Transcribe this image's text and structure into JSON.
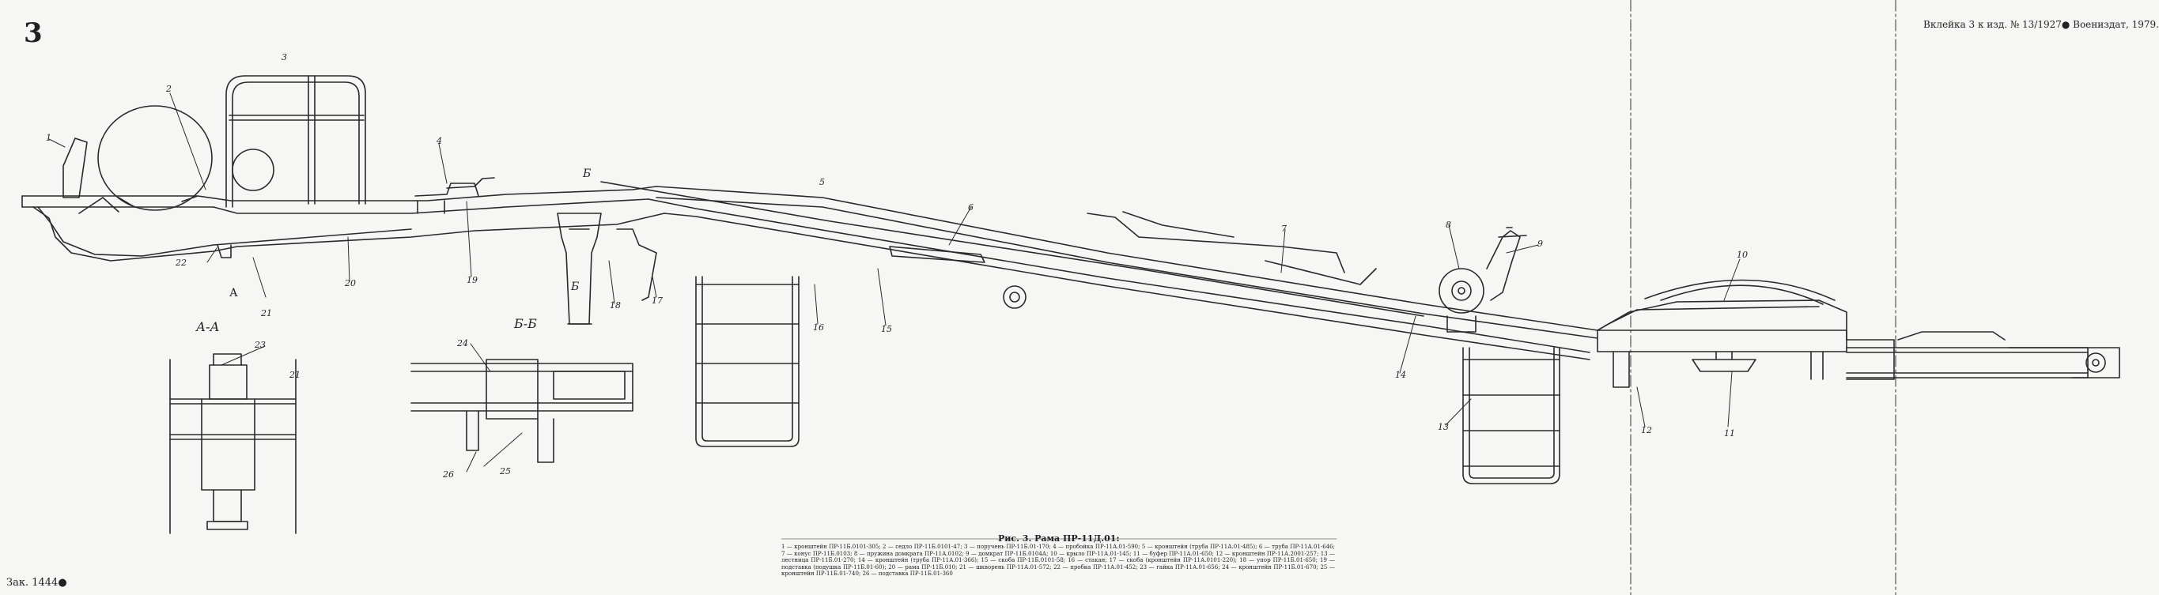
{
  "page_number": "3",
  "insert_note": "Вклейка 3 к изд. № 13/1927● Воениздат, 1979.",
  "order_number": "Зак. 1444●",
  "section_labels": {
    "aa": "А-А",
    "bb": "Б-Б"
  },
  "cut_marks": {
    "a": "А",
    "b1": "Б",
    "b2": "Б"
  },
  "callouts": [
    {
      "id": "c1",
      "text": "1"
    },
    {
      "id": "c2",
      "text": "2"
    },
    {
      "id": "c3",
      "text": "3"
    },
    {
      "id": "c4",
      "text": "4"
    },
    {
      "id": "c5",
      "text": "5"
    },
    {
      "id": "c6",
      "text": "6"
    },
    {
      "id": "c7",
      "text": "7"
    },
    {
      "id": "c8",
      "text": "8"
    },
    {
      "id": "c9",
      "text": "9"
    },
    {
      "id": "c10",
      "text": "10"
    },
    {
      "id": "c11",
      "text": "11"
    },
    {
      "id": "c12",
      "text": "12"
    },
    {
      "id": "c13",
      "text": "13"
    },
    {
      "id": "c14",
      "text": "14"
    },
    {
      "id": "c15",
      "text": "15"
    },
    {
      "id": "c16",
      "text": "16"
    },
    {
      "id": "c17",
      "text": "17"
    },
    {
      "id": "c18",
      "text": "18"
    },
    {
      "id": "c19",
      "text": "19"
    },
    {
      "id": "c20",
      "text": "20"
    },
    {
      "id": "c21",
      "text": "21"
    },
    {
      "id": "c22",
      "text": "22"
    },
    {
      "id": "c21b",
      "text": "21"
    },
    {
      "id": "c23",
      "text": "23"
    },
    {
      "id": "c24",
      "text": "24"
    },
    {
      "id": "c25",
      "text": "25"
    },
    {
      "id": "c26",
      "text": "26"
    }
  ],
  "caption": {
    "title": "Рис. 3. Рама ПР-11Д.01:",
    "text": "1 — кронштейн ПР-11Б.0101-305; 2 — седло ПР-11Б.0101-47; 3 — поручень ПР-11Б.01-170; 4 — пробойка ПР-11А.01-590; 5 — кронштейн (труба ПР-11А.01-485); 6 — труба ПР-11А.01-646; 7 — конус ПР-11Б.0103; 8 — пружина домкрата ПР-11А.0102; 9 — домкрат ПР-11Б.0104А; 10 — крыло ПР-11А.01-145; 11 — буфер ПР-11А.01-650; 12 — кронштейн ПР-11А.2001-257; 13 — лестница ПР-11Б.01-270; 14 — кронштейн (труба ПР-11А.01-366); 15 — скоба ПР-11Б.0101-58; 16 — стакан; 17 — скоба (кронштейн ПР-11А.0101-220); 18 — упор ПР-11Б.01-650; 19 — подставка (подушка ПР-11Б.01-60); 20 — рама ПР-11Б.010; 21 — шкворень ПР-11А.01-572; 22 — пробка ПР-11А.01-452; 23 — гайка ПР-11А.01-656; 24 — кронштейн ПР-11Б.01-670; 25 — кронштейн ПР-11Б.01-740; 26 — подставка ПР-11Б.01-360"
  }
}
